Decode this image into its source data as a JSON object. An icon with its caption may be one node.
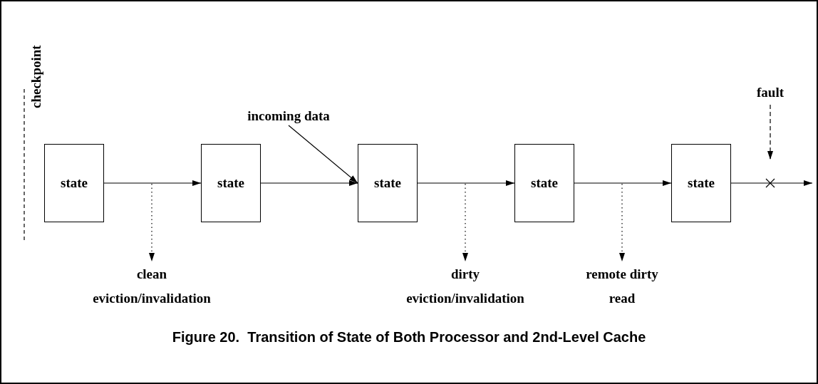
{
  "diagram": {
    "caption": "Figure 20.  Transition of State of Both Processor and 2nd-Level Cache",
    "nodes": [
      {
        "text": [
          "state"
        ]
      },
      {
        "text": [
          "state"
        ]
      },
      {
        "text": [
          "state"
        ]
      },
      {
        "text": [
          "state"
        ]
      },
      {
        "text": [
          "state"
        ]
      },
      {
        "text": [
          "incoming data"
        ]
      },
      {
        "text": [
          "clean eviction/invalidation"
        ]
      },
      {
        "text": [
          "dirty eviction/invalidation"
        ]
      },
      {
        "text": [
          "remote dirty read"
        ]
      },
      {
        "text": [
          "fault"
        ]
      }
    ],
    "edges": [
      {
        "from": 0,
        "to": 1,
        "arrow": "to"
      },
      {
        "from": 1,
        "to": 2,
        "arrow": "to"
      },
      {
        "from": 2,
        "to": 3,
        "arrow": "to"
      },
      {
        "from": 3,
        "to": 4,
        "arrow": "to"
      },
      {
        "from": 4,
        "to": null,
        "arrow": "to"
      },
      {
        "from": 5,
        "to": 2,
        "arrow": "to"
      },
      {
        "from": null,
        "to": 6,
        "arrow": "to",
        "style": "dashed"
      },
      {
        "from": null,
        "to": 7,
        "arrow": "to",
        "style": "dashed"
      },
      {
        "from": null,
        "to": 8,
        "arrow": "to",
        "style": "dashed"
      },
      {
        "from": 9,
        "to": null,
        "arrow": "to",
        "style": "dashed"
      }
    ],
    "labels": [
      "checkpoint"
    ]
  }
}
